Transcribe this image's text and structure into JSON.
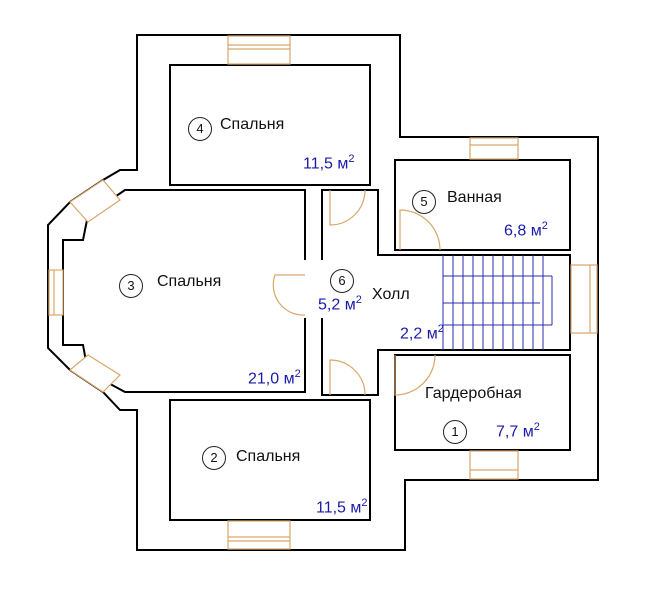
{
  "rooms": [
    {
      "number": "1",
      "name": "Гардеробная",
      "area": "7,7 м",
      "unit_power": "2"
    },
    {
      "number": "2",
      "name": "Спальня",
      "area": "11,5 м",
      "unit_power": "2"
    },
    {
      "number": "3",
      "name": "Спальня",
      "area": "21,0 м",
      "unit_power": "2"
    },
    {
      "number": "4",
      "name": "Спальня",
      "area": "11,5 м",
      "unit_power": "2"
    },
    {
      "number": "5",
      "name": "Ванная",
      "area": "6,8 м",
      "unit_power": "2"
    },
    {
      "number": "6",
      "name": "Холл",
      "area": "5,2 м",
      "unit_power": "2"
    }
  ],
  "stair_area": {
    "area": "2,2 м",
    "unit_power": "2"
  },
  "colors": {
    "wall": "#000000",
    "window": "#d9a66a",
    "stair": "#2b2bb0",
    "area_text": "#1a1aa8"
  }
}
